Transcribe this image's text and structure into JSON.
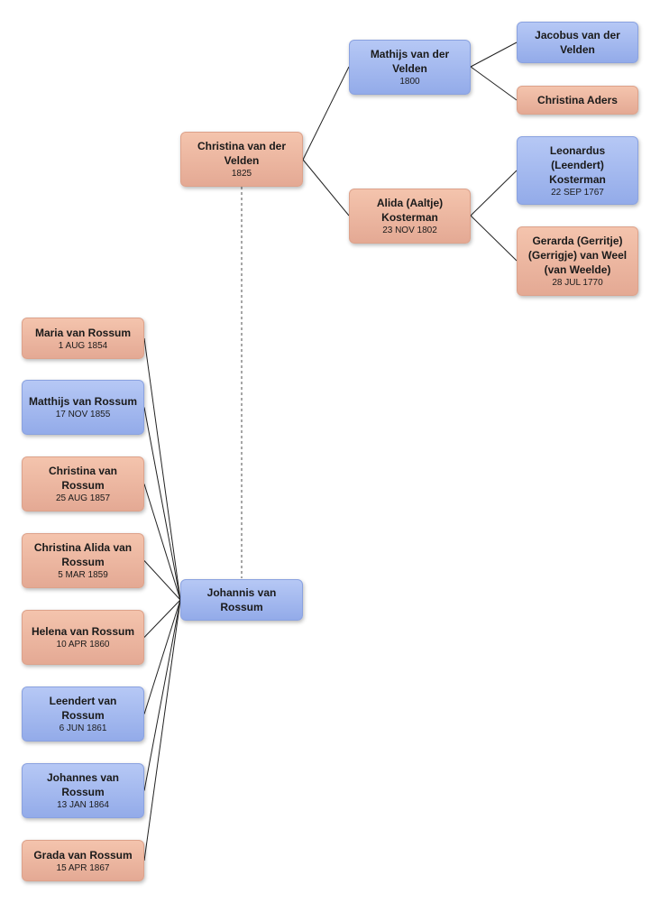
{
  "persons": {
    "christina_vd": {
      "name": "Christina van der Velden",
      "date": "1825",
      "sex": "female"
    },
    "mathijs": {
      "name": "Mathijs van der Velden",
      "date": "1800",
      "sex": "male"
    },
    "alida": {
      "name": "Alida (Aaltje) Kosterman",
      "date": "23 NOV 1802",
      "sex": "female"
    },
    "jacobus": {
      "name": "Jacobus van der Velden",
      "date": "",
      "sex": "male"
    },
    "christina_aders": {
      "name": "Christina Aders",
      "date": "",
      "sex": "female"
    },
    "leonardus": {
      "name": "Leonardus (Leendert) Kosterman",
      "date": "22 SEP 1767",
      "sex": "male"
    },
    "gerarda": {
      "name": "Gerarda (Gerritje) (Gerrigje) van Weel (van Weelde)",
      "date": "28 JUL 1770",
      "sex": "female"
    },
    "johannis": {
      "name": "Johannis van Rossum",
      "date": "",
      "sex": "male"
    }
  },
  "children": [
    {
      "name": "Maria van Rossum",
      "date": "1 AUG 1854",
      "sex": "female"
    },
    {
      "name": "Matthijs van Rossum",
      "date": "17 NOV 1855",
      "sex": "male"
    },
    {
      "name": "Christina van Rossum",
      "date": "25 AUG 1857",
      "sex": "female"
    },
    {
      "name": "Christina Alida van Rossum",
      "date": "5 MAR 1859",
      "sex": "female"
    },
    {
      "name": "Helena van Rossum",
      "date": "10 APR 1860",
      "sex": "female"
    },
    {
      "name": "Leendert van Rossum",
      "date": "6 JUN 1861",
      "sex": "male"
    },
    {
      "name": "Johannes van Rossum",
      "date": "13 JAN 1864",
      "sex": "male"
    },
    {
      "name": "Grada van Rossum",
      "date": "15 APR 1867",
      "sex": "female"
    }
  ],
  "colors": {
    "female": "#eab29c",
    "male": "#a3b9ef",
    "line": "#222222",
    "spouse_line": "#888888"
  }
}
